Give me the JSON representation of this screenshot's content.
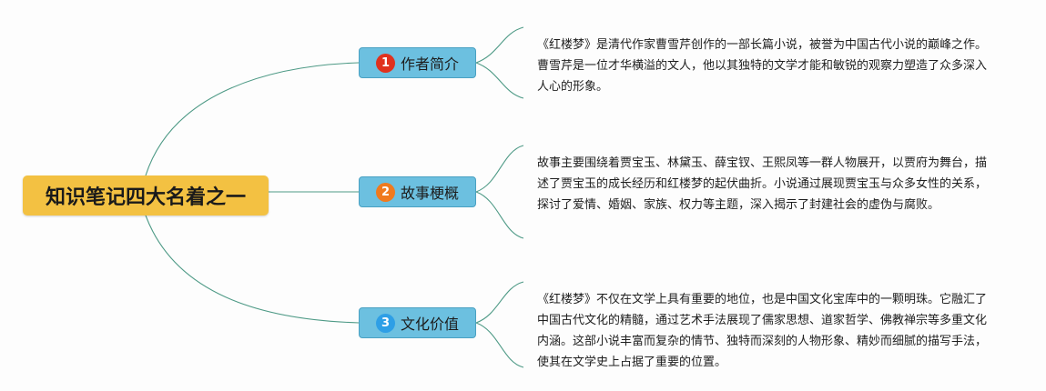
{
  "root": {
    "title": "知识笔记四大名着之一"
  },
  "branches": [
    {
      "number": "1",
      "label": "作者简介",
      "badge_color": "#e0321e",
      "text": "《红楼梦》是清代作家曹雪芹创作的一部长篇小说，被誉为中国古代小说的巅峰之作。曹雪芹是一位才华横溢的文人，他以其独特的文学才能和敏锐的观察力塑造了众多深入人心的形象。"
    },
    {
      "number": "2",
      "label": "故事梗概",
      "badge_color": "#f07a1e",
      "text": "故事主要围绕着贾宝玉、林黛玉、薛宝钗、王熙凤等一群人物展开，以贾府为舞台，描述了贾宝玉的成长经历和红楼梦的起伏曲折。小说通过展现贾宝玉与众多女性的关系，探讨了爱情、婚姻、家族、权力等主题，深入揭示了封建社会的虚伪与腐败。"
    },
    {
      "number": "3",
      "label": "文化价值",
      "badge_color": "#2e9fe6",
      "text": "《红楼梦》不仅在文学上具有重要的地位，也是中国文化宝库中的一颗明珠。它融汇了中国古代文化的精髓，通过艺术手法展现了儒家思想、道家哲学、佛教禅宗等多重文化内涵。这部小说丰富而复杂的情节、独特而深刻的人物形象、精妙而细腻的描写手法，使其在文学史上占据了重要的位置。"
    }
  ],
  "colors": {
    "root_fill": "#f3c142",
    "branch_fill": "#6cc0e0",
    "connector": "#4e9a86"
  }
}
